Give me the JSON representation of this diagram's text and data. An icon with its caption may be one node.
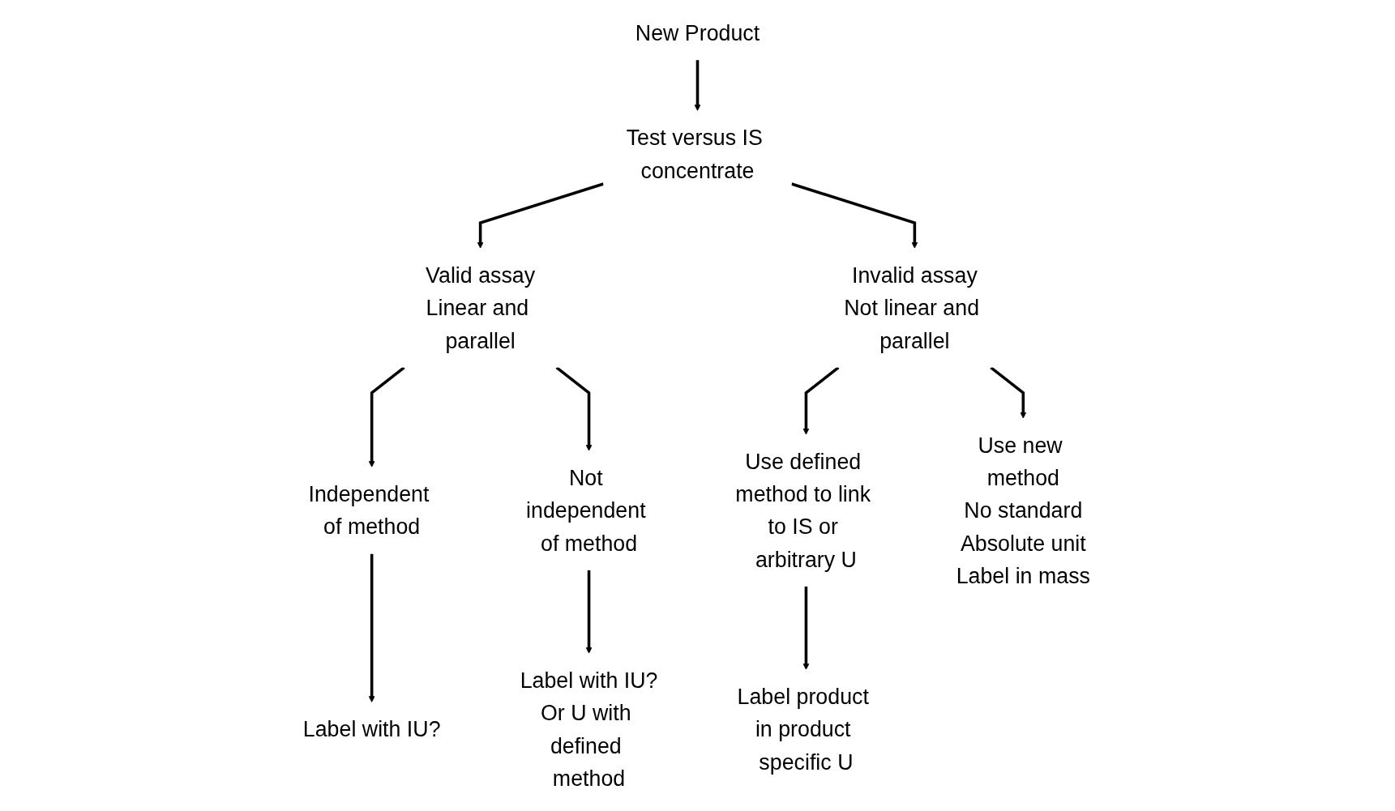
{
  "diagram": {
    "nodes": [
      {
        "text": [
          "New Product"
        ]
      },
      {
        "text": [
          "Test versus IS concentrate"
        ]
      },
      {
        "text": [
          "Valid assay",
          "Linear and parallel"
        ]
      },
      {
        "text": [
          "Invalid assay",
          "Not linear and parallel"
        ]
      },
      {
        "text": [
          "Independent of method"
        ]
      },
      {
        "text": [
          "Not independent of method"
        ]
      },
      {
        "text": [
          "Use defined method to link to IS or arbitrary U"
        ]
      },
      {
        "text": [
          "Use new method",
          "No standard",
          "Absolute unit",
          "Label in mass"
        ]
      },
      {
        "text": [
          "Label with IU?"
        ]
      },
      {
        "text": [
          "Label with IU?",
          "Or U with defined method"
        ]
      },
      {
        "text": [
          "Label product in product specific U"
        ]
      }
    ],
    "edges": [
      {
        "from": 0,
        "to": 1,
        "arrow": "to"
      },
      {
        "from": 1,
        "to": 2,
        "arrow": "to"
      },
      {
        "from": 1,
        "to": 3,
        "arrow": "to"
      },
      {
        "from": 2,
        "to": 4,
        "arrow": "to"
      },
      {
        "from": 2,
        "to": 5,
        "arrow": "to"
      },
      {
        "from": 3,
        "to": 6,
        "arrow": "to"
      },
      {
        "from": 3,
        "to": 7,
        "arrow": "to"
      },
      {
        "from": 4,
        "to": 8,
        "arrow": "to"
      },
      {
        "from": 5,
        "to": 9,
        "arrow": "to"
      },
      {
        "from": 6,
        "to": 10,
        "arrow": "to"
      }
    ]
  }
}
